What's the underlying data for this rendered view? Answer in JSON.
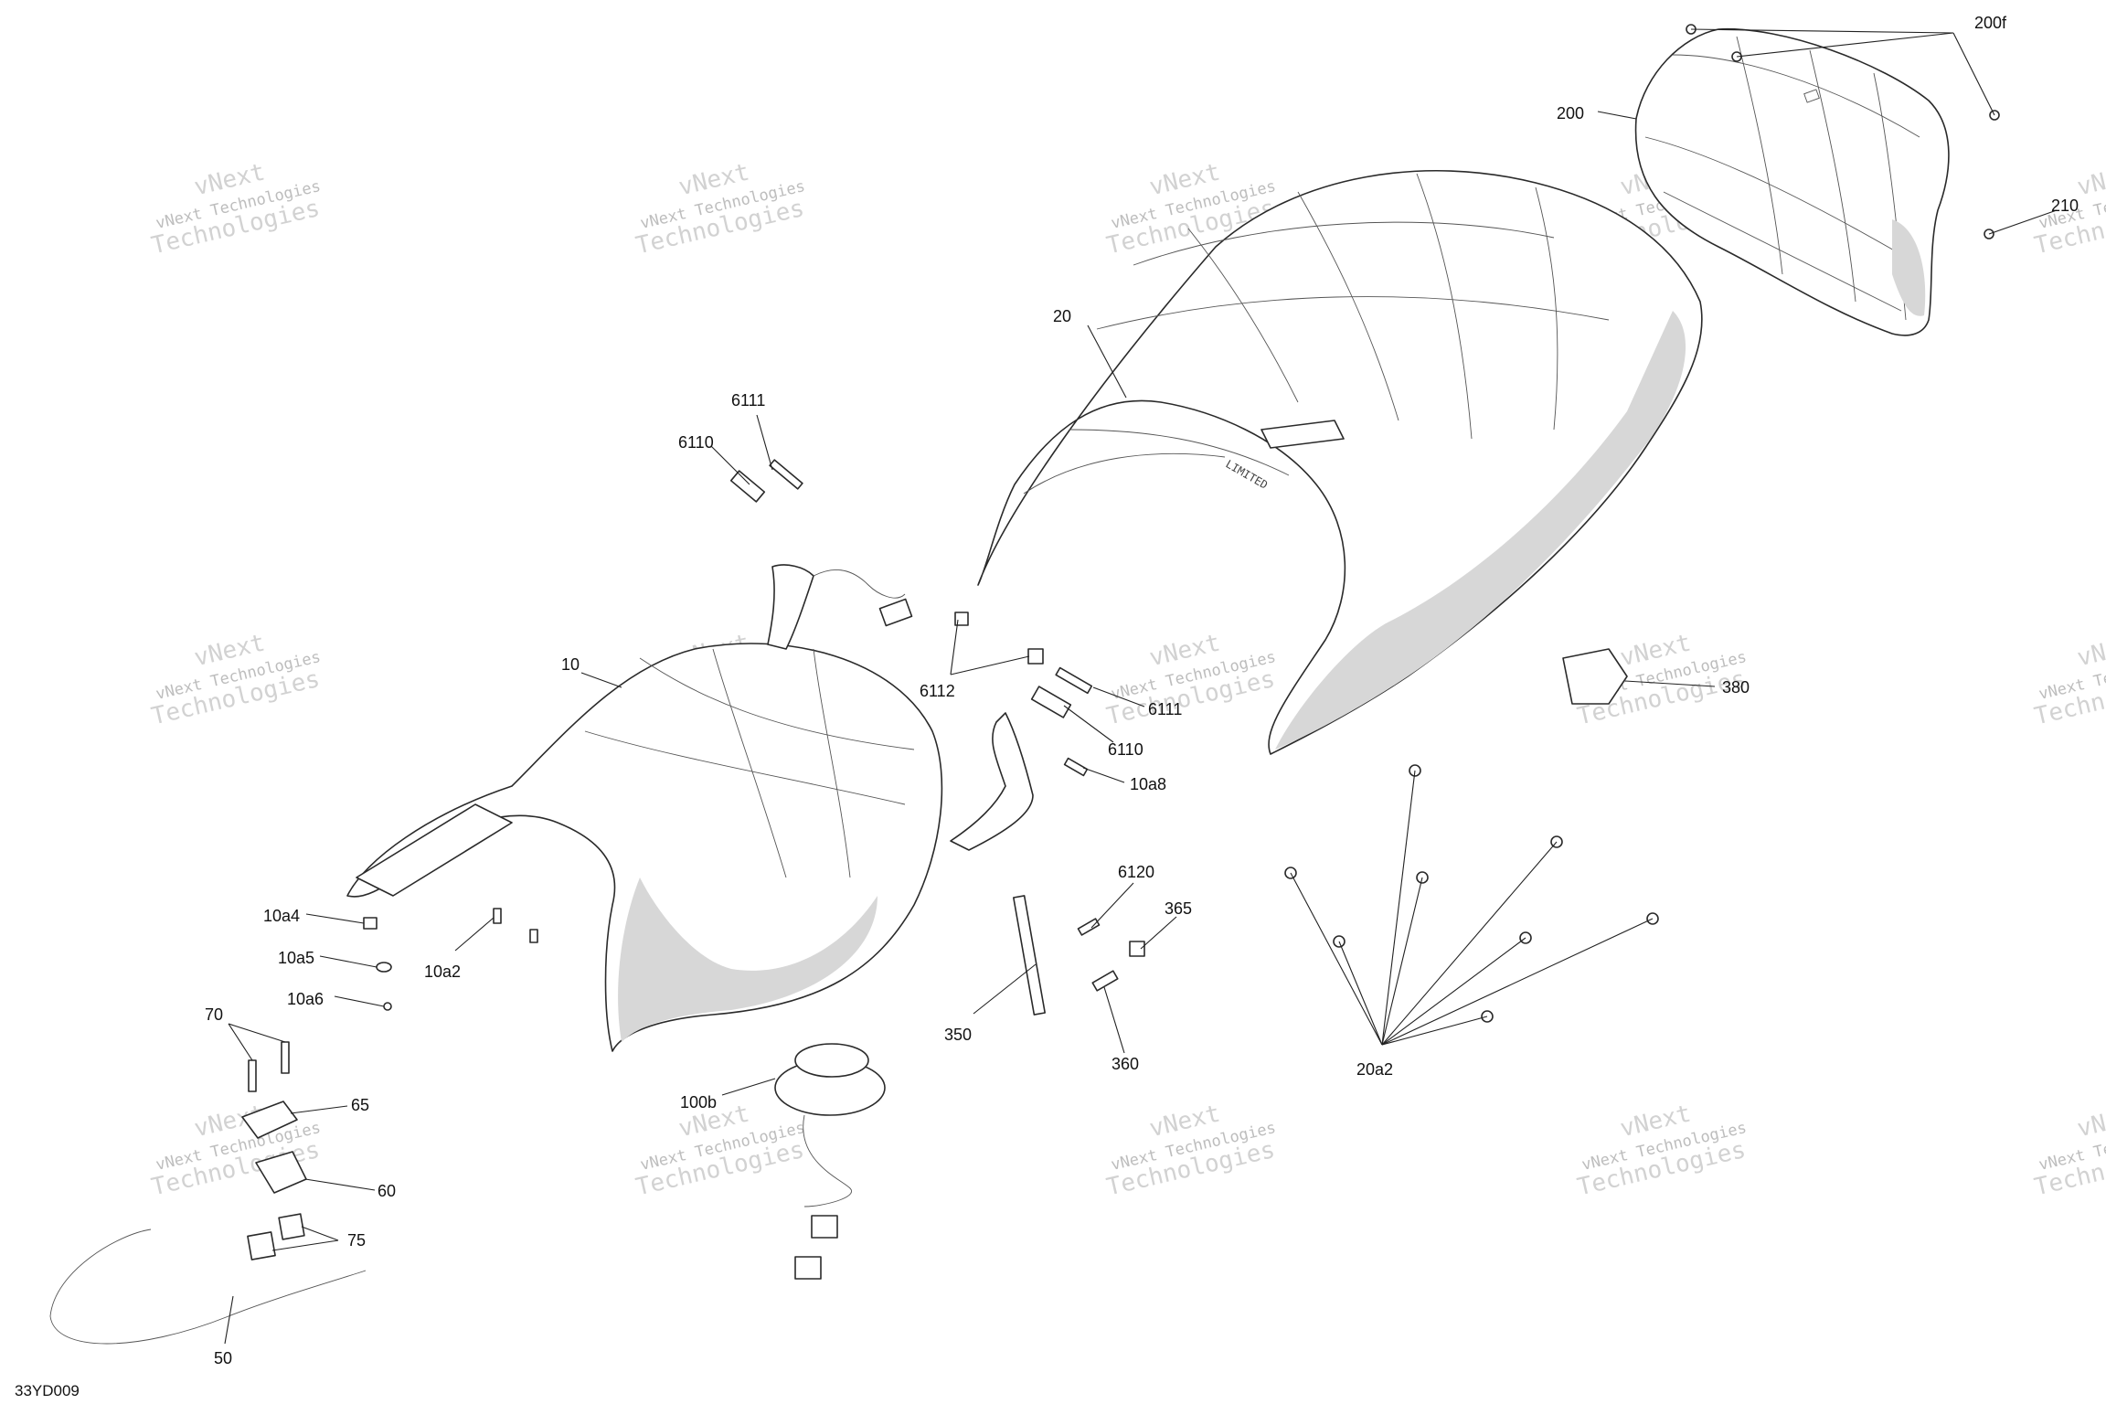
{
  "diagram_ref": "33YD009",
  "watermark": {
    "line1": "vNext",
    "line2": "vNext Technologies",
    "line3": "Technologies"
  },
  "labels": {
    "l200f": "200f",
    "l200": "200",
    "l210": "210",
    "l20": "20",
    "l6111a": "6111",
    "l6110a": "6110",
    "l10": "10",
    "l6112": "6112",
    "l6111b": "6111",
    "l6110b": "6110",
    "l10a8": "10a8",
    "l380": "380",
    "l6120": "6120",
    "l365": "365",
    "l350": "350",
    "l360": "360",
    "l20a2": "20a2",
    "l10a4": "10a4",
    "l10a5": "10a5",
    "l10a2": "10a2",
    "l10a6": "10a6",
    "l70": "70",
    "l65": "65",
    "l60": "60",
    "l75": "75",
    "l50": "50",
    "l100b": "100b"
  }
}
